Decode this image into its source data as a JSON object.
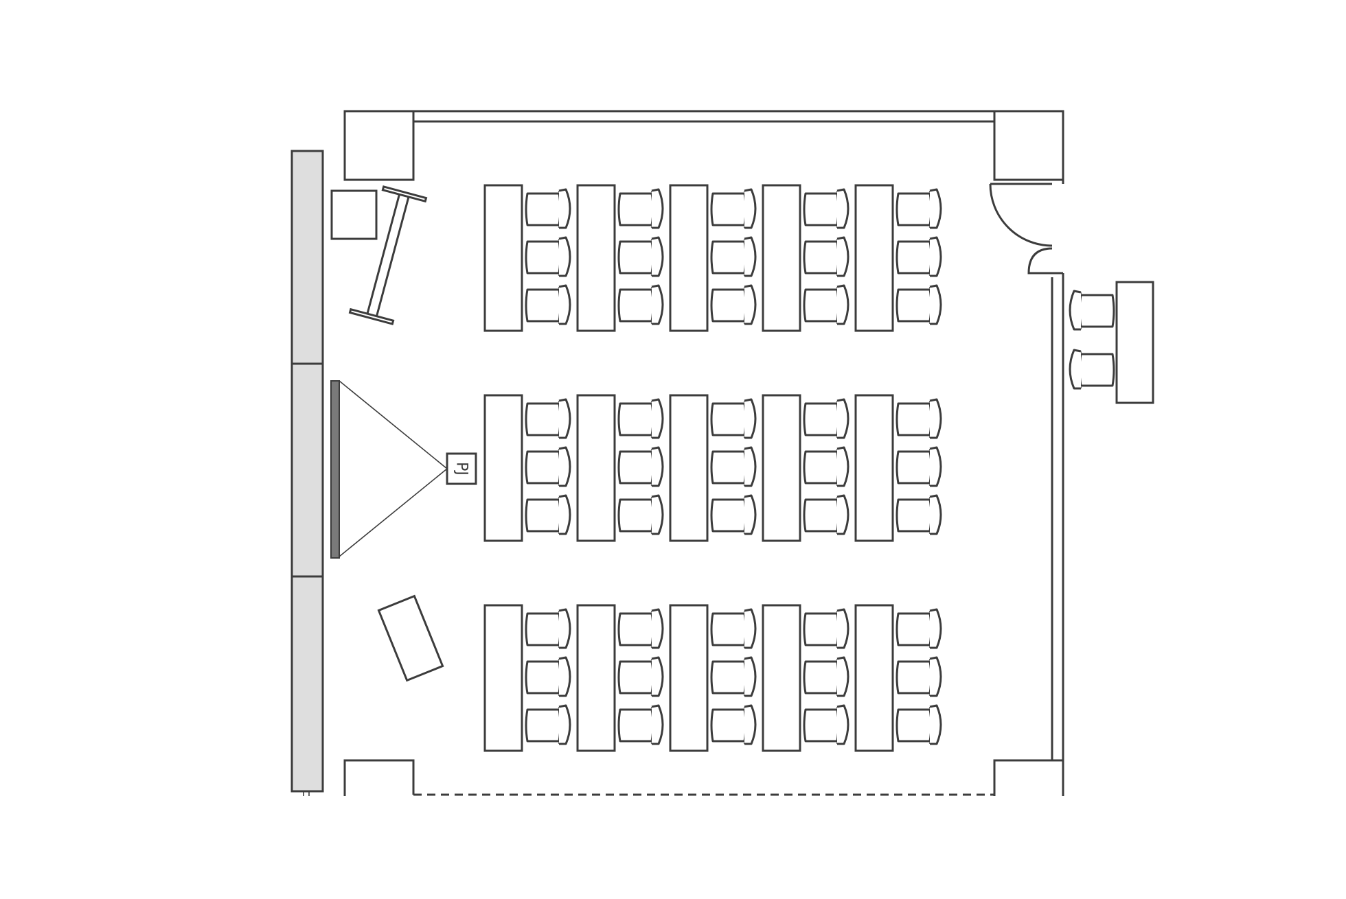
{
  "colors": {
    "line": "#3c3c3c",
    "wall_fill": "#dedede",
    "screen_fill": "#7a7a7a",
    "background": "#ffffff"
  },
  "projector": {
    "label": "PJ"
  },
  "layout": {
    "desk_columns": 5,
    "desk_rows": 3,
    "seats_per_desk": 3,
    "outside_seats": 2
  }
}
